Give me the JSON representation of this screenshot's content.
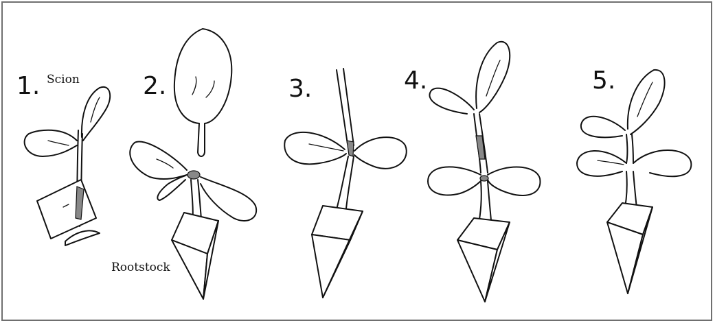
{
  "steps": [
    {
      "number": "1.",
      "label": "Scion"
    },
    {
      "number": "2.",
      "label": "Rootstock"
    },
    {
      "number": "3."
    },
    {
      "number": "4."
    },
    {
      "number": "5."
    }
  ]
}
